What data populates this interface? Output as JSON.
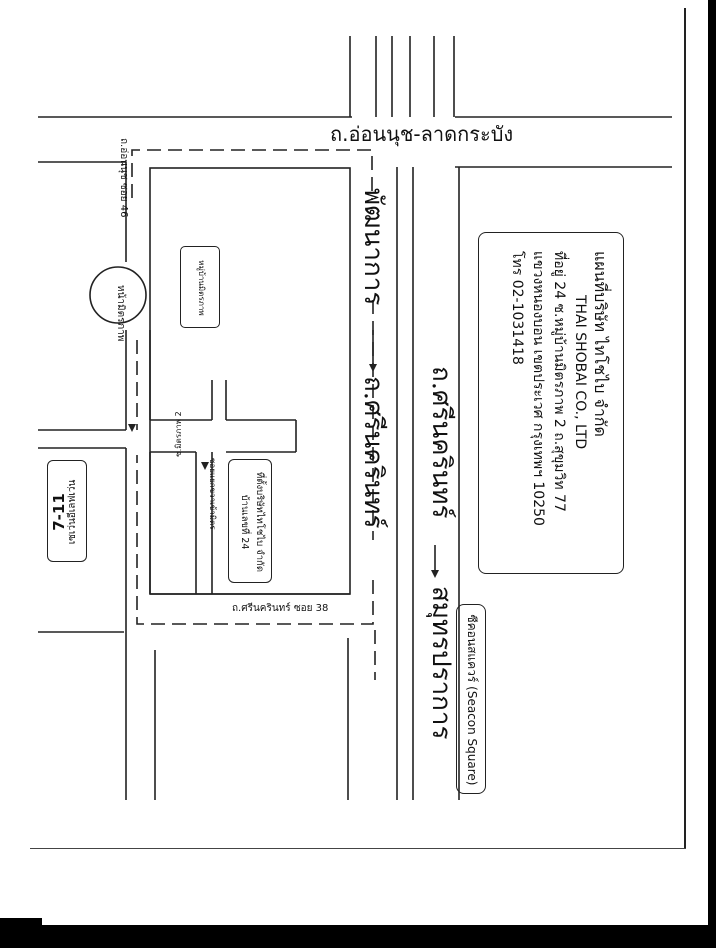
{
  "roads": {
    "onnut_lat_krabang": "ถ.อ่อนนุช-ลาดกระบัง",
    "srinakarin_left": "ถ.ศรีนครินทร์",
    "srinakarin_right": "ถ.ศรีนครินทร์",
    "phatthanakan": "พัฒนาการ",
    "samut_prakan": "สมุทรปราการ",
    "onnut_soi_46": "ถ.อ่อนนุช ซอย 46",
    "srinakarin_soi_38": "ถ.ศรีนครินทร์ ซอย 38",
    "mitraphap_2": "ซ.มิตรภาพ 2",
    "soi_rat_aram": "ซอยแยกขวาเข้ามิตร",
    "mitraphap_circle": "หน้ามิตรภาพ"
  },
  "company": {
    "title_th": "แผนที่บริษัท ไทโชไบ จำกัด",
    "title_en": "THAI SHOBAI CO., LTD",
    "address_line1": "ที่อยู่ 24 ซ.หมู่บ้านมิตรภาพ 2 ถ.สุขุมวิท 77",
    "address_line2": "แขวงหนองบอน เขตประเวศ กรุงเทพฯ 10250",
    "phone": "โทร 02-1031418"
  },
  "landmarks": {
    "seacon_square": "ซีคอนสแควร์ (Seacon Square)",
    "seven_eleven_title": "7-11",
    "seven_eleven_sub": "เซเว่นอีเลฟเว่น",
    "office_line1": "ที่ตั้งบริษัทไทโชไบ จำกัด",
    "office_line2": "บ้านเลขที่ 24",
    "village_mitraphap": "หมู่บ้านมิตรภาพ"
  },
  "arrows": {
    "left_road": "←",
    "right_road": "→"
  },
  "colors": {
    "line": "#222222",
    "paper": "#ffffff"
  }
}
